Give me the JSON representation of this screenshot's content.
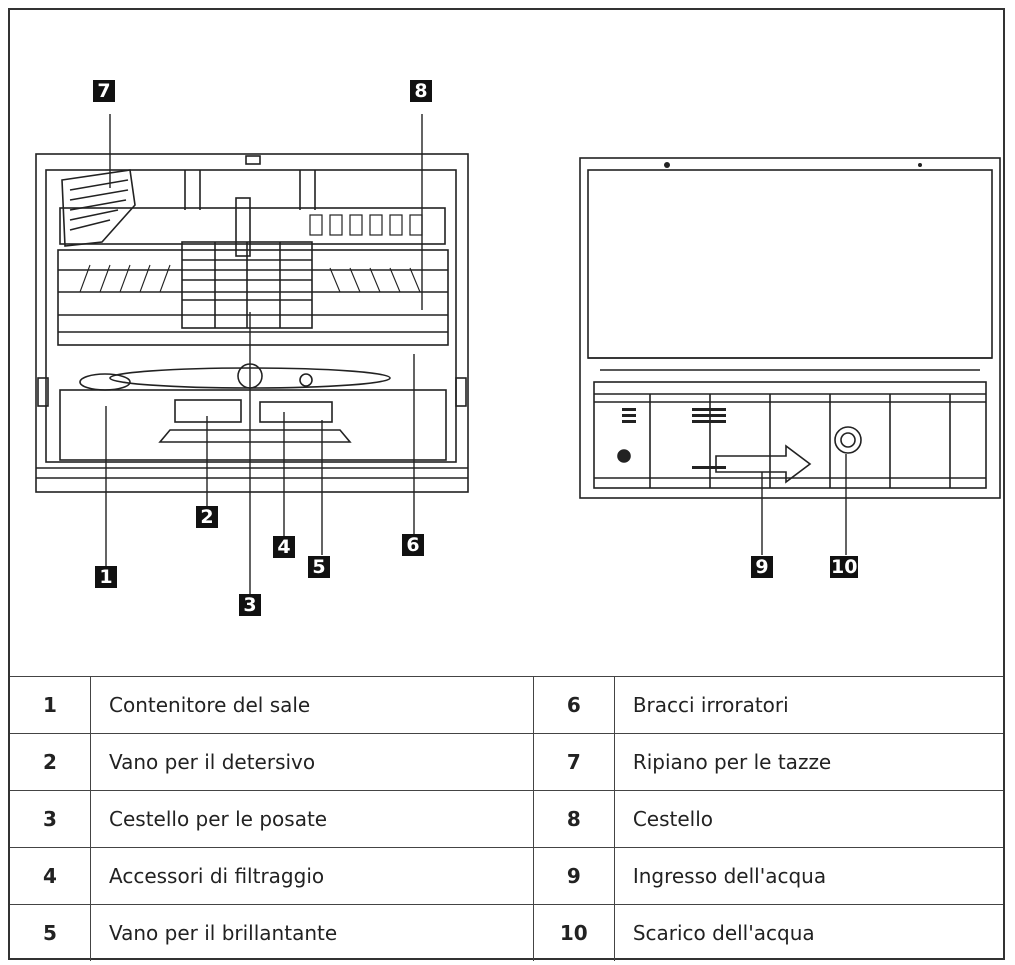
{
  "callouts": [
    "1",
    "2",
    "3",
    "4",
    "5",
    "6",
    "7",
    "8",
    "9",
    "10"
  ],
  "legend": {
    "rows": [
      {
        "left_num": "1",
        "left_label": "Contenitore del sale",
        "right_num": "6",
        "right_label": "Bracci irroratori"
      },
      {
        "left_num": "2",
        "left_label": "Vano per il detersivo",
        "right_num": "7",
        "right_label": "Ripiano per le tazze"
      },
      {
        "left_num": "3",
        "left_label": "Cestello per le posate",
        "right_num": "8",
        "right_label": "Cestello"
      },
      {
        "left_num": "4",
        "left_label": "Accessori di filtraggio",
        "right_num": "9",
        "right_label": "Ingresso dell'acqua"
      },
      {
        "left_num": "5",
        "left_label": "Vano per il brillantante",
        "right_num": "10",
        "right_label": "Scarico dell'acqua"
      }
    ]
  }
}
